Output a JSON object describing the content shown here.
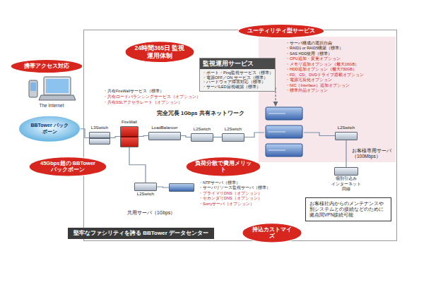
{
  "diagram": {
    "nodes": [
      {
        "text": [
          "堅牢なファシリティを誇る BBTower データセンター"
        ]
      },
      {
        "text": [
          "携帯アクセス対応"
        ]
      },
      {
        "text": [
          "The Internet"
        ]
      },
      {
        "text": [
          "BBTower バックボーン"
        ]
      },
      {
        "text": [
          "45Gbps超の BBTower バックボーン"
        ]
      },
      {
        "text": [
          "L3Switch"
        ]
      },
      {
        "text": [
          "FireWall"
        ],
        "in": 0
      },
      {
        "text": [
          "LoadBalancer"
        ],
        "in": 0
      },
      {
        "text": [
          "L2Switch"
        ],
        "in": 0
      },
      {
        "text": [
          "L2Switch"
        ],
        "in": 0
      },
      {
        "text": [
          "お客様専用サーバ（100Mbps）"
        ],
        "in": 0
      },
      {
        "text": [
          "L2Switch"
        ],
        "in": 0
      },
      {
        "text": [
          "個別引込み インターネット 回線"
        ],
        "in": 0
      },
      {
        "text": [
          "お客様社内からのメンテナンスや別システムとの接続などのために拠点間VPN接続可能"
        ],
        "in": 0
      },
      {
        "text": [
          "L2Switch"
        ],
        "in": 0
      },
      {
        "text": [
          "・NTPサーバ（標準）",
          "・サーバリソース監視サーバ（標準）",
          "・プライマリDNS（オプション）",
          "・セカンダリDNS（オプション）",
          "・Sorryサーバ（オプション）"
        ],
        "in": 0
      },
      {
        "text": [
          "24時間365日 監視運用体制"
        ]
      },
      {
        "text": [
          "監視運用サービス",
          "・ポート・Ping監視サービス（標準）",
          "・電源OFF／ON サービス（標準）",
          "・ハードウェア障害対応（標準）",
          "・サーバLED目視確認（標準）"
        ],
        "in": 0
      },
      {
        "text": [
          "ユーティリティ型サービス"
        ]
      },
      {
        "text": [
          "・サーバ構成の選択自由",
          "・RAID1 or RAID5構築（標準）",
          "・SAS HDD使用（標準）",
          "・CPU追加・変更オプション",
          "・メモリ追加オプション（最大16GB）",
          "・HDD追加オプション（最大730GB）",
          "・FD、CD、DVDドライブ搭載オプション",
          "・電源冗長化オプション",
          "・NIC（Interface）追加オプション",
          "・標準外品オプション"
        ],
        "in": 0
      },
      {
        "text": [
          "負荷分散で費用メリット"
        ],
        "in": 0
      },
      {
        "text": [
          "持込カストマイズ"
        ],
        "in": 0
      }
    ],
    "edges": [
      {
        "from": 3,
        "to": 5,
        "arrow": "none"
      },
      {
        "from": 5,
        "to": 6,
        "arrow": "none"
      },
      {
        "from": 6,
        "to": 7,
        "arrow": "none"
      },
      {
        "from": 7,
        "to": 8,
        "arrow": "none"
      },
      {
        "from": 8,
        "to": 9,
        "arrow": "none"
      },
      {
        "from": 9,
        "to": 10,
        "arrow": "none"
      },
      {
        "from": 10,
        "to": 11,
        "arrow": "none"
      },
      {
        "from": 11,
        "to": 12,
        "arrow": "none"
      },
      {
        "from": 6,
        "to": 14,
        "arrow": "none"
      },
      {
        "from": 14,
        "to": 15,
        "arrow": "none"
      },
      {
        "from": 17,
        "to": 10,
        "arrow": "to"
      }
    ],
    "labels": [
      "・共有FireWallサービス（標準）",
      "・共有ロードバランシングサービス（オプション）",
      "・共有SSLアクセラレート（オプション）",
      "完全冗長 1Gbps 共有ネットワーク",
      "共用サーバ（1Gbps）"
    ]
  }
}
